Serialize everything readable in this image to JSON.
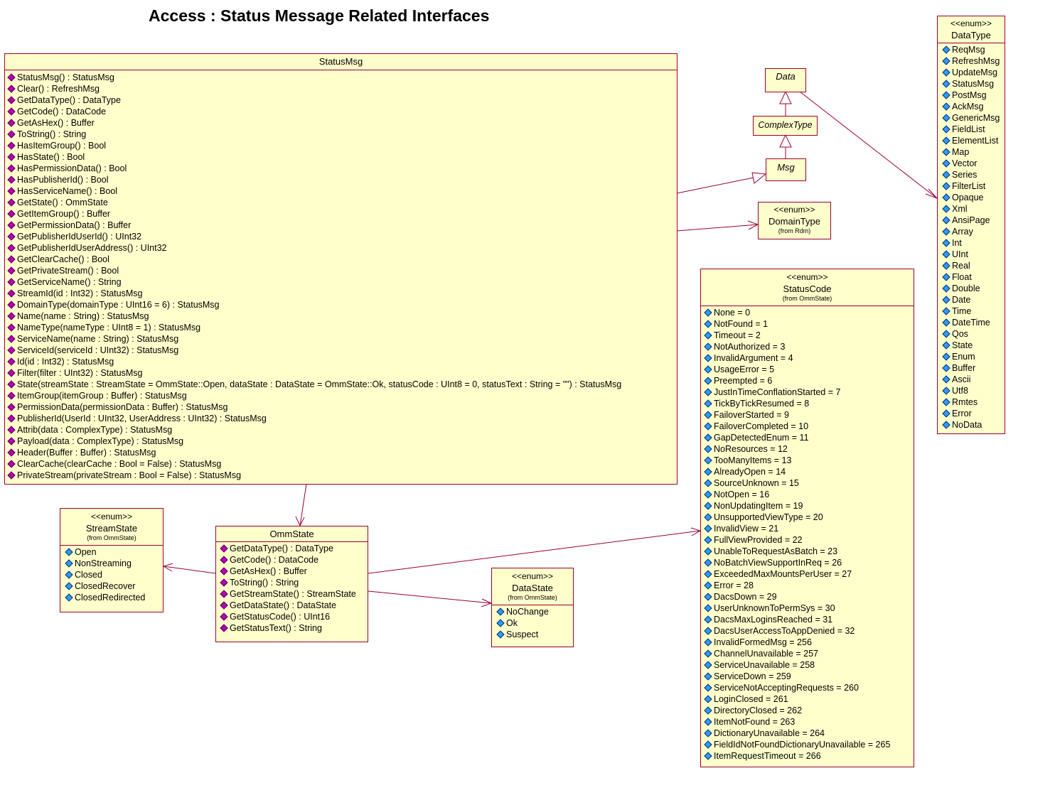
{
  "title": "Access : Status Message Related Interfaces",
  "status_msg": {
    "name": "StatusMsg",
    "operations": [
      "StatusMsg() : StatusMsg",
      "Clear() : RefreshMsg",
      "GetDataType() : DataType",
      "GetCode() : DataCode",
      "GetAsHex() : Buffer",
      "ToString() : String",
      "HasItemGroup() : Bool",
      "HasState() : Bool",
      "HasPermissionData() : Bool",
      "HasPublisherId() : Bool",
      "HasServiceName() : Bool",
      "GetState() : OmmState",
      "GetItemGroup() : Buffer",
      "GetPermissionData() : Buffer",
      "GetPublisherIdUserId() : UInt32",
      "GetPublisherIdUserAddress() : UInt32",
      "GetClearCache() : Bool",
      "GetPrivateStream() : Bool",
      "GetServiceName() : String",
      "StreamId(id : Int32) : StatusMsg",
      "DomainType(domainType : UInt16 = 6) : StatusMsg",
      "Name(name : String) : StatusMsg",
      "NameType(nameType : UInt8 = 1) : StatusMsg",
      "ServiceName(name : String) : StatusMsg",
      "ServiceId(serviceId : UInt32) : StatusMsg",
      "Id(id : Int32) : StatusMsg",
      "Filter(filter : UInt32) : StatusMsg",
      "State(streamState : StreamState = OmmState::Open, dataState : DataState = OmmState::Ok, statusCode : UInt8 = 0, statusText : String = \"\") : StatusMsg",
      "ItemGroup(itemGroup : Buffer) : StatusMsg",
      "PermissionData(permissionData : Buffer) : StatusMsg",
      "PublisherId(UserId : UInt32, UserAddress : UInt32) : StatusMsg",
      "Attrib(data : ComplexType) : StatusMsg",
      "Payload(data : ComplexType) : StatusMsg",
      "Header(Buffer : Buffer) : StatusMsg",
      "ClearCache(clearCache : Bool = False) : StatusMsg",
      "PrivateStream(privateStream : Bool = False) : StatusMsg"
    ]
  },
  "data_class": {
    "name": "Data"
  },
  "complex_type": {
    "name": "ComplexType"
  },
  "msg_class": {
    "name": "Msg"
  },
  "domain_type": {
    "stereotype": "<<enum>>",
    "name": "DomainType",
    "from": "(from Rdm)"
  },
  "data_type": {
    "stereotype": "<<enum>>",
    "name": "DataType",
    "literals": [
      "ReqMsg",
      "RefreshMsg",
      "UpdateMsg",
      "StatusMsg",
      "PostMsg",
      "AckMsg",
      "GenericMsg",
      "FieldList",
      "ElementList",
      "Map",
      "Vector",
      "Series",
      "FilterList",
      "Opaque",
      "Xml",
      "AnsiPage",
      "Array",
      "Int",
      "UInt",
      "Real",
      "Float",
      "Double",
      "Date",
      "Time",
      "DateTime",
      "Qos",
      "State",
      "Enum",
      "Buffer",
      "Ascii",
      "Utf8",
      "Rmtes",
      "Error",
      "NoData"
    ]
  },
  "status_code": {
    "stereotype": "<<enum>>",
    "name": "StatusCode",
    "from": "(from OmmState)",
    "literals": [
      "None = 0",
      "NotFound = 1",
      "Timeout = 2",
      "NotAuthorized = 3",
      "InvalidArgument = 4",
      "UsageError = 5",
      "Preempted = 6",
      "JustInTimeConflationStarted = 7",
      "TickByTickResumed = 8",
      "FailoverStarted = 9",
      "FailoverCompleted = 10",
      "GapDetectedEnum = 11",
      "NoResources = 12",
      "TooManyItems = 13",
      "AlreadyOpen = 14",
      "SourceUnknown = 15",
      "NotOpen = 16",
      "NonUpdatingItem = 19",
      "UnsupportedViewType = 20",
      "InvalidView = 21",
      "FullViewProvided = 22",
      "UnableToRequestAsBatch = 23",
      "NoBatchViewSupportInReq = 26",
      "ExceededMaxMountsPerUser = 27",
      "Error = 28",
      "DacsDown = 29",
      "UserUnknownToPermSys = 30",
      "DacsMaxLoginsReached = 31",
      "DacsUserAccessToAppDenied = 32",
      "InvalidFormedMsg = 256",
      "ChannelUnavailable = 257",
      "ServiceUnavailable = 258",
      "ServiceDown = 259",
      "ServiceNotAcceptingRequests = 260",
      "LoginClosed = 261",
      "DirectoryClosed = 262",
      "ItemNotFound = 263",
      "DictionaryUnavailable = 264",
      "FieldIdNotFoundDictionaryUnavailable = 265",
      "ItemRequestTimeout = 266"
    ]
  },
  "stream_state": {
    "stereotype": "<<enum>>",
    "name": "StreamState",
    "from": "(from OmmState)",
    "literals": [
      "Open",
      "NonStreaming",
      "Closed",
      "ClosedRecover",
      "ClosedRedirected"
    ]
  },
  "omm_state": {
    "name": "OmmState",
    "operations": [
      "GetDataType() : DataType",
      "GetCode() : DataCode",
      "GetAsHex() : Buffer",
      "ToString() : String",
      "GetStreamState() : StreamState",
      "GetDataState() : DataState",
      "GetStatusCode() : UInt16",
      "GetStatusText() : String"
    ]
  },
  "data_state": {
    "stereotype": "<<enum>>",
    "name": "DataState",
    "from": "(from OmmState)",
    "literals": [
      "NoChange",
      "Ok",
      "Suspect"
    ]
  }
}
